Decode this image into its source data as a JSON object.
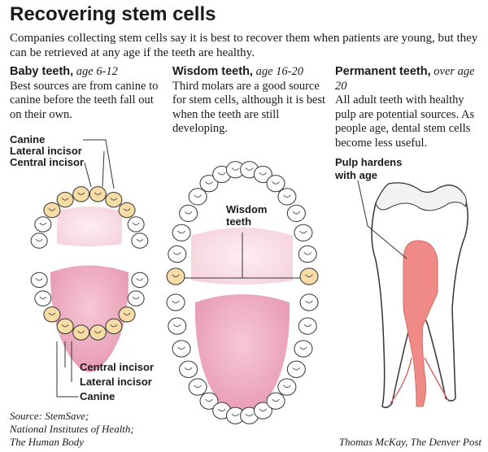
{
  "title": "Recovering stem cells",
  "intro": "Companies collecting stem cells say it is best to recover them when patients are young, but they can be retrieved at any age if the teeth are healthy.",
  "sections": [
    {
      "heading": "Baby teeth,",
      "age": "age 6-12",
      "body": "Best sources are from canine to canine before the teeth fall out on their own."
    },
    {
      "heading": "Wisdom teeth,",
      "age": "age 16-20",
      "body": "Third molars are a good source for stem cells, although it is best when the teeth are still developing."
    },
    {
      "heading": "Permanent teeth,",
      "age": "over age 20",
      "body": "All adult teeth with healthy pulp are potential sources. As people age, dental stem cells become less useful."
    }
  ],
  "labels": {
    "top_canine": "Canine",
    "top_lateral": "Lateral incisor",
    "top_central": "Central incisor",
    "bottom_central": "Central incisor",
    "bottom_lateral": "Lateral incisor",
    "bottom_canine": "Canine",
    "wisdom_teeth": "Wisdom teeth",
    "pulp_hardens": "Pulp hardens with age"
  },
  "source": [
    "Source: StemSave;",
    "National Institutes of Health;",
    "The Human Body"
  ],
  "credit": "Thomas McKay, The Denver Post",
  "colors": {
    "highlight_tooth": "#f7dca6",
    "tongue": "#eeb0c4",
    "pulp": "#f08a86",
    "outline": "#333333"
  }
}
